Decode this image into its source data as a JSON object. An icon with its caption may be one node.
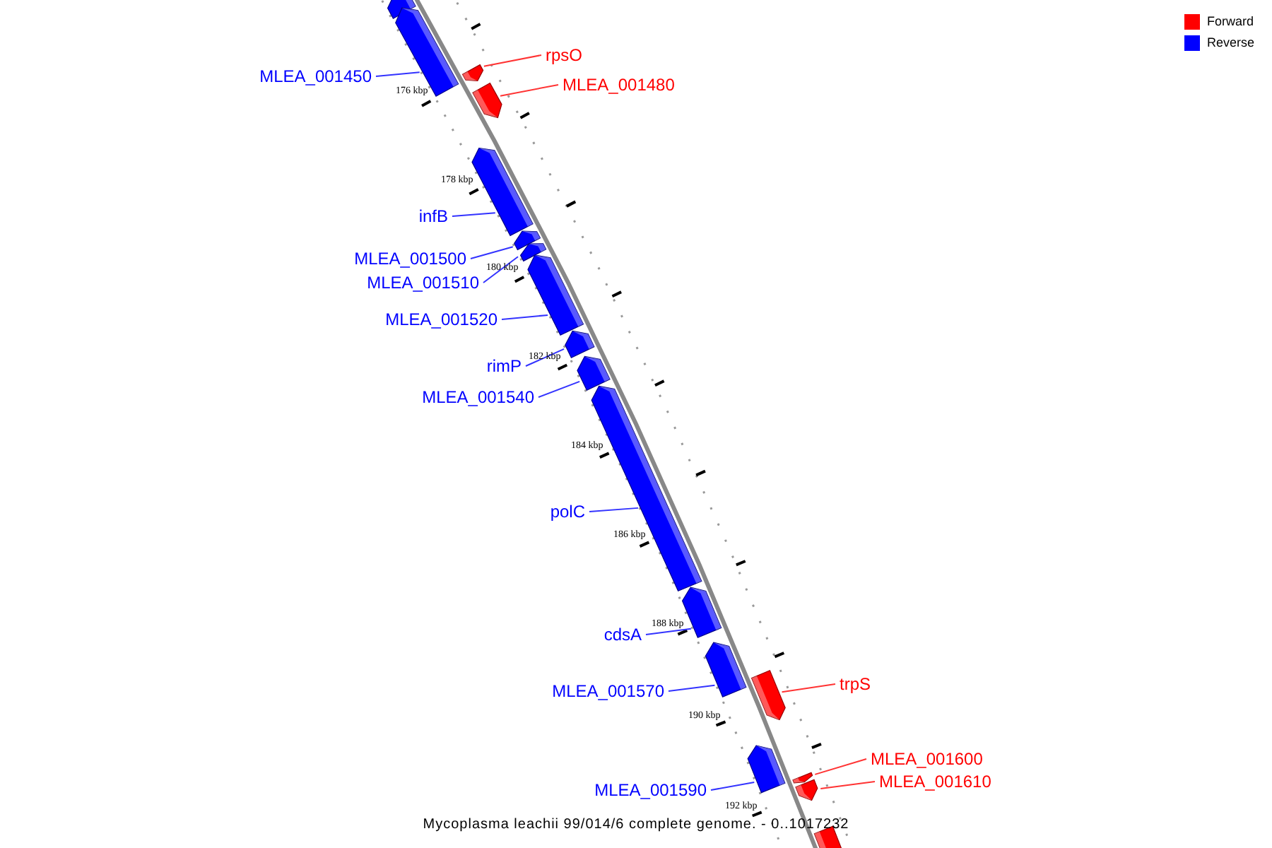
{
  "diagram": {
    "caption": "Mycoplasma leachii 99/014/6 complete genome. - 0..1017232",
    "nodes": [
      {
        "text": [],
        "shape": "bar"
      },
      {
        "text": [
          "MLEA_001450"
        ]
      },
      {
        "text": [],
        "shape": "bar"
      },
      {
        "text": [
          "rpsO"
        ]
      },
      {
        "text": [],
        "shape": "bar"
      },
      {
        "text": [
          "MLEA_001480"
        ]
      },
      {
        "text": [],
        "shape": "bar"
      },
      {
        "text": [
          "infB"
        ]
      },
      {
        "text": [],
        "shape": "bar"
      },
      {
        "text": [
          "MLEA_001500"
        ]
      },
      {
        "text": [],
        "shape": "bar"
      },
      {
        "text": [
          "MLEA_001510"
        ]
      },
      {
        "text": [],
        "shape": "bar"
      },
      {
        "text": [
          "MLEA_001520"
        ]
      },
      {
        "text": [],
        "shape": "bar"
      },
      {
        "text": [
          "rimP"
        ]
      },
      {
        "text": [],
        "shape": "bar"
      },
      {
        "text": [
          "MLEA_001540"
        ]
      },
      {
        "text": [],
        "shape": "bar"
      },
      {
        "text": [
          "polC"
        ]
      },
      {
        "text": [],
        "shape": "bar"
      },
      {
        "text": [
          "cdsA"
        ]
      },
      {
        "text": [],
        "shape": "bar"
      },
      {
        "text": [
          "MLEA_001570"
        ]
      },
      {
        "text": [],
        "shape": "bar"
      },
      {
        "text": [
          "trpS"
        ]
      },
      {
        "text": [],
        "shape": "bar"
      },
      {
        "text": [
          "MLEA_001590"
        ]
      },
      {
        "text": [],
        "shape": "bar"
      },
      {
        "text": [
          "MLEA_001600"
        ]
      },
      {
        "text": [],
        "shape": "bar"
      },
      {
        "text": [
          "MLEA_001610"
        ]
      },
      {
        "text": [],
        "shape": "bar"
      },
      {
        "text": [],
        "shape": "bar"
      }
    ],
    "edges": [
      {
        "from": 1,
        "to": 2,
        "arrow": "none"
      },
      {
        "from": 3,
        "to": 4,
        "arrow": "none",
        "color": "#ff3333"
      },
      {
        "from": 5,
        "to": 6,
        "arrow": "none",
        "color": "#ff3333"
      },
      {
        "from": 7,
        "to": 8,
        "arrow": "none"
      },
      {
        "from": 9,
        "to": 10,
        "arrow": "none"
      },
      {
        "from": 11,
        "to": 12,
        "arrow": "none"
      },
      {
        "from": 13,
        "to": 14,
        "arrow": "none"
      },
      {
        "from": 15,
        "to": 16,
        "arrow": "none"
      },
      {
        "from": 17,
        "to": 18,
        "arrow": "none"
      },
      {
        "from": 19,
        "to": 20,
        "arrow": "none"
      },
      {
        "from": 21,
        "to": 22,
        "arrow": "none"
      },
      {
        "from": 23,
        "to": 24,
        "arrow": "none"
      },
      {
        "from": 25,
        "to": 26,
        "arrow": "none",
        "color": "#ff3333"
      },
      {
        "from": 27,
        "to": 28,
        "arrow": "none"
      },
      {
        "from": 29,
        "to": 30,
        "arrow": "none",
        "color": "#ff3333"
      },
      {
        "from": 31,
        "to": 32,
        "arrow": "none",
        "color": "#ff3333"
      }
    ],
    "labels": [
      "176 kbp",
      "178 kbp",
      "180 kbp",
      "182 kbp",
      "184 kbp",
      "186 kbp",
      "188 kbp",
      "190 kbp",
      "192 kbp"
    ],
    "legend": [
      {
        "text": "Forward",
        "color": "#ff0000"
      },
      {
        "text": "Reverse",
        "color": "#0000ff"
      }
    ]
  }
}
